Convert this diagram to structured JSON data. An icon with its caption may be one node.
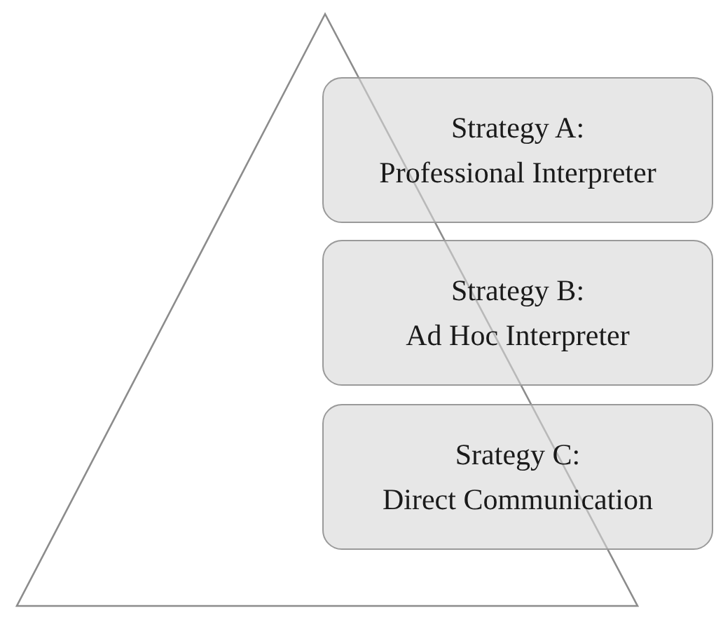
{
  "diagram": {
    "nodes": [
      {
        "text": [
          "Strategy A:",
          "Professional Interpreter"
        ]
      },
      {
        "text": [
          "Strategy B:",
          "Ad Hoc Interpreter"
        ]
      },
      {
        "text": [
          "Srategy C:",
          "Direct Communication"
        ]
      }
    ]
  }
}
